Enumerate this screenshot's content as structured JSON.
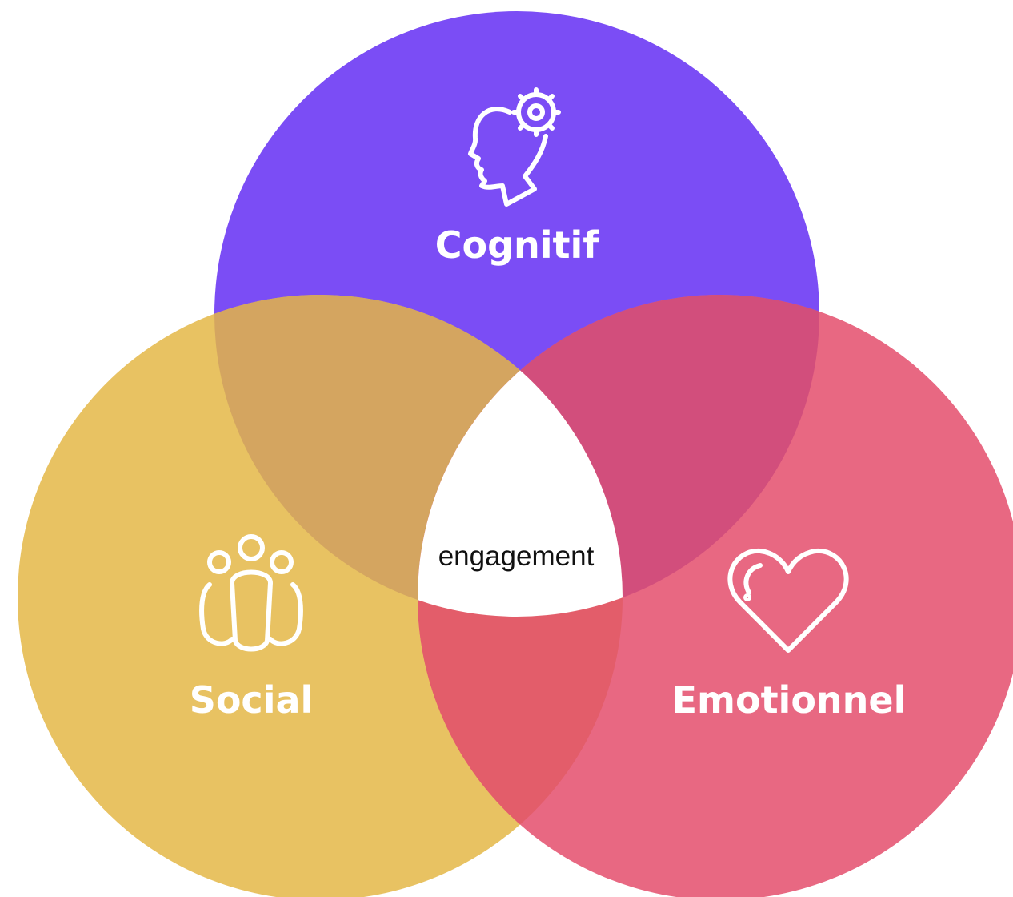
{
  "diagram": {
    "type": "venn-3",
    "center_label": "engagement",
    "circles": [
      {
        "id": "cognitif",
        "label": "Cognitif",
        "icon": "head-gear-icon",
        "color": "#7B4DF5"
      },
      {
        "id": "social",
        "label": "Social",
        "icon": "people-group-icon",
        "color": "#E8C262"
      },
      {
        "id": "emotionnel",
        "label": "Emotionnel",
        "icon": "heart-icon",
        "color": "#E86882"
      }
    ],
    "overlap_colors": {
      "cognitif_social": "#D4A560",
      "cognitif_emotionnel": "#D24E7C",
      "social_emotionnel": "#E35D6A",
      "center": "#ffffff"
    }
  }
}
